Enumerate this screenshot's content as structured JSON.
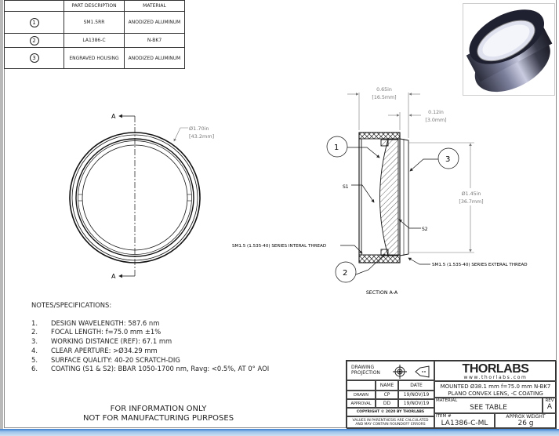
{
  "parts_table": {
    "headers": [
      "",
      "PART DESCRIPTION",
      "MATERIAL"
    ],
    "rows": [
      {
        "balloon": "1",
        "description": "SM1.5RR",
        "material": "ANODIZED ALUMINUM"
      },
      {
        "balloon": "2",
        "description": "LA1386-C",
        "material": "N-BK7"
      },
      {
        "balloon": "3",
        "description": "ENGRAVED HOUSING",
        "material": "ANODIZED ALUMINUM"
      }
    ]
  },
  "front_view": {
    "section_mark": "A",
    "diameter_in": "Ø1.70in",
    "diameter_mm": "[43.2mm]"
  },
  "section_view": {
    "title": "SECTION A-A",
    "length_in": "0.65in",
    "length_mm": "[16.5mm]",
    "thread_len_in": "0.12in",
    "thread_len_mm": "[3.0mm]",
    "diameter_in": "Ø1.45in",
    "diameter_mm": "[36.7mm]",
    "balloons": [
      "1",
      "2",
      "3"
    ],
    "s1": "S1",
    "s2": "S2",
    "internal_thread": "SM1.5 (1.535-40) SERIES INTERAL THREAD",
    "external_thread": "SM1.5 (1.535-40) SERIES EXTERAL THREAD"
  },
  "notes": {
    "title": "NOTES/SPECIFICATIONS:",
    "items": [
      {
        "num": "1.",
        "text": "DESIGN WAVELENGTH: 587.6 nm"
      },
      {
        "num": "2.",
        "text": "FOCAL LENGTH: f=75.0 mm ±1%"
      },
      {
        "num": "3.",
        "text": "WORKING DISTANCE (REF): 67.1 mm"
      },
      {
        "num": "4.",
        "text": "CLEAR APERTURE: >Ø34.29 mm"
      },
      {
        "num": "5.",
        "text": "SURFACE QUALITY: 40-20 SCRATCH-DIG"
      },
      {
        "num": "6.",
        "text": "COATING (S1 & S2): BBAR 1050-1700 nm, Ravg: <0.5%, AT 0° AOI"
      }
    ]
  },
  "disclaimer": [
    "FOR INFORMATION ONLY",
    "NOT FOR MANUFACTURING PURPOSES"
  ],
  "title_block": {
    "projection_label": "DRAWING PROJECTION",
    "name_header": "NAME",
    "date_header": "DATE",
    "drawn_label": "DRAWN",
    "drawn_name": "CP",
    "drawn_date": "19/NOV/19",
    "approval_label": "APPROVAL",
    "approval_name": "DD",
    "approval_date": "19/NOV/19",
    "copyright": "COPYRIGHT © 2020 BY THORLABS",
    "values_note": "VALUES IN PARENTHESIS ARE CALCULATED AND MAY CONTAIN ROUNDOFF ERRORS",
    "logo": "THORLABS",
    "website": "www.thorlabs.com",
    "description_line1": "MOUNTED Ø38.1 mm f=75.0 mm N-BK7",
    "description_line2": "PLANO CONVEX LENS, -C COATING",
    "material_label": "MATERIAL",
    "material_value": "SEE TABLE",
    "rev_label": "REV",
    "rev_value": "A",
    "item_label": "ITEM #",
    "item_value": "LA1386-C-ML",
    "weight_label": "APPROX WEIGHT",
    "weight_value": "26 g"
  }
}
